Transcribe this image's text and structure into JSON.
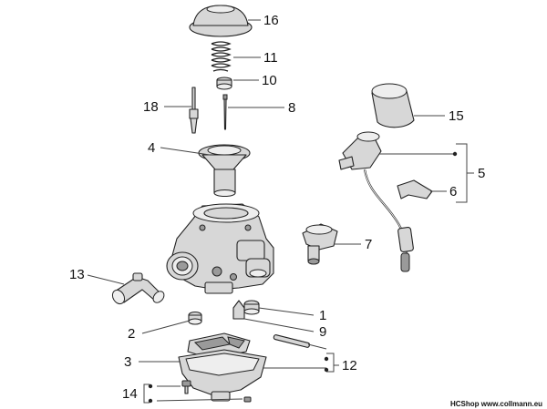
{
  "diagram": {
    "callouts": [
      {
        "id": "16",
        "label": "16"
      },
      {
        "id": "11",
        "label": "11"
      },
      {
        "id": "10",
        "label": "10"
      },
      {
        "id": "18",
        "label": "18"
      },
      {
        "id": "8",
        "label": "8"
      },
      {
        "id": "15",
        "label": "15"
      },
      {
        "id": "4",
        "label": "4"
      },
      {
        "id": "5",
        "label": "5"
      },
      {
        "id": "6",
        "label": "6"
      },
      {
        "id": "7",
        "label": "7"
      },
      {
        "id": "13",
        "label": "13"
      },
      {
        "id": "1",
        "label": "1"
      },
      {
        "id": "9",
        "label": "9"
      },
      {
        "id": "2",
        "label": "2"
      },
      {
        "id": "3",
        "label": "3"
      },
      {
        "id": "12",
        "label": "12"
      },
      {
        "id": "14",
        "label": "14"
      }
    ],
    "footer": "HCShop www.collmann.eu",
    "colors": {
      "ink": "#111111",
      "part_fill": "#d7d7d7",
      "part_dark": "#9a9a9a",
      "background": "#ffffff"
    }
  }
}
